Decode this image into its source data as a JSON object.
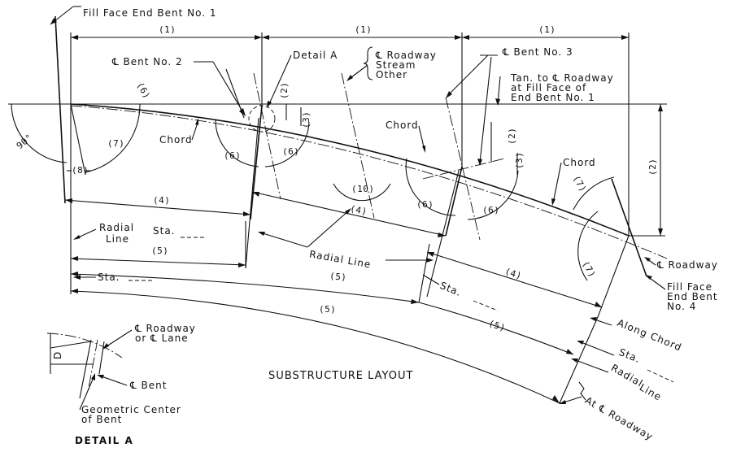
{
  "title": "SUBSTRUCTURE LAYOUT",
  "detail_title": "DETAIL A",
  "labels": {
    "fill_face_1": "Fill Face End Bent No. 1",
    "dim1": "(1)",
    "dim2": "(2)",
    "dim3": "(3)",
    "dim4": "(4)",
    "dim5": "(5)",
    "dim6": "(6)",
    "dim7": "(7)",
    "dim8": "(8)",
    "dim10": "(10)",
    "bent2": "℄ Bent No. 2",
    "detail_a": "Detail A",
    "cl_roadway": "℄ Roadway",
    "stream": "Stream",
    "other": "Other",
    "bent3": "℄ Bent No. 3",
    "tan1": "Tan. to ℄ Roadway",
    "tan2": "at Fill Face of",
    "tan3": "End Bent No. 1",
    "deg90": "90°",
    "chord": "Chord",
    "radial": "Radial",
    "line": "Line",
    "sta_dot": "Sta.",
    "radial_line": "Radial Line",
    "cl_roadway2": "℄ Roadway",
    "ff4_1": "Fill Face",
    "ff4_2": "End Bent",
    "ff4_3": "No. 4",
    "along_chord": "Along Chord",
    "at_cl_roadway": "At ℄ Roadway",
    "det_cl_roadway": "℄ Roadway",
    "det_or_lane": "or ℄ Lane",
    "det_bent": "℄ Bent",
    "det_geo1": "Geometric Center",
    "det_geo2": "of Bent",
    "det_d": "D"
  }
}
